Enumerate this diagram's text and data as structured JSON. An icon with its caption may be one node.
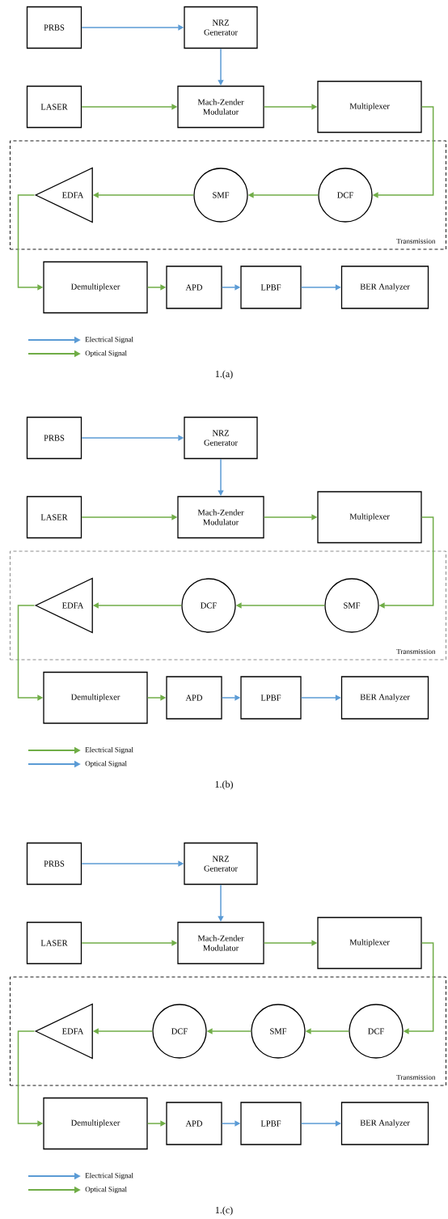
{
  "diagram": {
    "nodes": [
      {
        "text": [
          "PRBS"
        ]
      },
      {
        "text": [
          "NRZ Generator"
        ]
      },
      {
        "text": [
          "LASER"
        ]
      },
      {
        "text": [
          "Mach-Zender Modulator"
        ]
      },
      {
        "text": [
          "Multiplexer"
        ]
      },
      {
        "text": [
          "Transmission"
        ]
      },
      {
        "text": [
          "EDFA"
        ],
        "in": 5
      },
      {
        "text": [
          "SMF"
        ],
        "in": 5
      },
      {
        "text": [
          "DCF"
        ],
        "in": 5
      },
      {
        "text": [
          "Demultiplexer"
        ]
      },
      {
        "text": [
          "APD"
        ]
      },
      {
        "text": [
          "LPBF"
        ]
      },
      {
        "text": [
          "BER Analyzer"
        ]
      },
      {
        "text": [
          "PRBS"
        ]
      },
      {
        "text": [
          "NRZ Generator"
        ]
      },
      {
        "text": [
          "LASER"
        ]
      },
      {
        "text": [
          "Mach-Zender Modulator"
        ]
      },
      {
        "text": [
          "Multiplexer"
        ]
      },
      {
        "text": [
          "Transmission"
        ]
      },
      {
        "text": [
          "EDFA"
        ],
        "in": 18
      },
      {
        "text": [
          "DCF"
        ],
        "in": 18
      },
      {
        "text": [
          "SMF"
        ],
        "in": 18
      },
      {
        "text": [
          "Demultiplexer"
        ]
      },
      {
        "text": [
          "APD"
        ]
      },
      {
        "text": [
          "LPBF"
        ]
      },
      {
        "text": [
          "BER Analyzer"
        ]
      },
      {
        "text": [
          "PRBS"
        ]
      },
      {
        "text": [
          "NRZ Generator"
        ]
      },
      {
        "text": [
          "LASER"
        ]
      },
      {
        "text": [
          "Mach-Zender Modulator"
        ]
      },
      {
        "text": [
          "Multiplexer"
        ]
      },
      {
        "text": [
          "Transmission"
        ]
      },
      {
        "text": [
          "EDFA"
        ],
        "in": 31
      },
      {
        "text": [
          "DCF"
        ],
        "in": 31
      },
      {
        "text": [
          "SMF"
        ],
        "in": 31
      },
      {
        "text": [
          "DCF"
        ],
        "in": 31
      },
      {
        "text": [
          "Demultiplexer"
        ]
      },
      {
        "text": [
          "APD"
        ]
      },
      {
        "text": [
          "LPBF"
        ]
      },
      {
        "text": [
          "BER Analyzer"
        ]
      }
    ],
    "edges": [
      {
        "from": 0,
        "to": 1,
        "arrow": "to",
        "color": "#5b9bd5"
      },
      {
        "from": 1,
        "to": 3,
        "arrow": "to",
        "color": "#5b9bd5"
      },
      {
        "from": 2,
        "to": 3,
        "arrow": "to"
      },
      {
        "from": 3,
        "to": 4,
        "arrow": "to"
      },
      {
        "from": 4,
        "to": 8,
        "arrow": "to"
      },
      {
        "from": 8,
        "to": 7,
        "arrow": "to"
      },
      {
        "from": 7,
        "to": 6,
        "arrow": "to"
      },
      {
        "from": 6,
        "to": 9,
        "arrow": "to"
      },
      {
        "from": 9,
        "to": 10,
        "arrow": "to"
      },
      {
        "from": 10,
        "to": 11,
        "arrow": "to",
        "color": "#5b9bd5"
      },
      {
        "from": 11,
        "to": 12,
        "arrow": "to",
        "color": "#5b9bd5"
      },
      {
        "from": 13,
        "to": 14,
        "arrow": "to",
        "color": "#5b9bd5"
      },
      {
        "from": 14,
        "to": 16,
        "arrow": "to",
        "color": "#5b9bd5"
      },
      {
        "from": 15,
        "to": 16,
        "arrow": "to"
      },
      {
        "from": 16,
        "to": 17,
        "arrow": "to"
      },
      {
        "from": 17,
        "to": 21,
        "arrow": "to"
      },
      {
        "from": 21,
        "to": 20,
        "arrow": "to"
      },
      {
        "from": 20,
        "to": 19,
        "arrow": "to"
      },
      {
        "from": 19,
        "to": 22,
        "arrow": "to"
      },
      {
        "from": 22,
        "to": 23,
        "arrow": "to"
      },
      {
        "from": 23,
        "to": 24,
        "arrow": "to",
        "color": "#5b9bd5"
      },
      {
        "from": 24,
        "to": 25,
        "arrow": "to",
        "color": "#5b9bd5"
      },
      {
        "from": 26,
        "to": 27,
        "arrow": "to",
        "color": "#5b9bd5"
      },
      {
        "from": 27,
        "to": 29,
        "arrow": "to",
        "color": "#5b9bd5"
      },
      {
        "from": 28,
        "to": 29,
        "arrow": "to"
      },
      {
        "from": 29,
        "to": 30,
        "arrow": "to"
      },
      {
        "from": 30,
        "to": 35,
        "arrow": "to"
      },
      {
        "from": 35,
        "to": 34,
        "arrow": "to"
      },
      {
        "from": 34,
        "to": 33,
        "arrow": "to"
      },
      {
        "from": 33,
        "to": 32,
        "arrow": "to"
      },
      {
        "from": 32,
        "to": 36,
        "arrow": "to"
      },
      {
        "from": 36,
        "to": 37,
        "arrow": "to"
      },
      {
        "from": 37,
        "to": 38,
        "arrow": "to",
        "color": "#5b9bd5"
      },
      {
        "from": 38,
        "to": 39,
        "arrow": "to",
        "color": "#5b9bd5"
      }
    ],
    "labels": [
      "1.(a)",
      "1.(b)",
      "1.(c)"
    ],
    "legend": [
      {
        "text": "Electrical Signal",
        "color": "#5b9bd5"
      },
      {
        "text": "Optical Signal",
        "color": "#70ad47"
      },
      {
        "text": "Electrical Signal",
        "color": "#70ad47"
      },
      {
        "text": "Optical Signal",
        "color": "#5b9bd5"
      },
      {
        "text": "Electrical Signal",
        "color": "#5b9bd5"
      },
      {
        "text": "Optical Signal",
        "color": "#70ad47"
      }
    ]
  }
}
